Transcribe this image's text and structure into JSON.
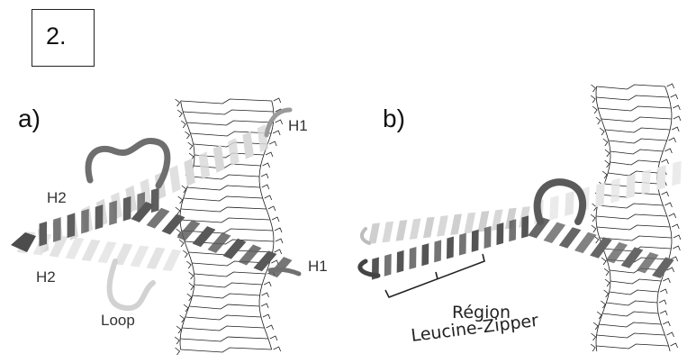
{
  "figure_number": "2.",
  "panel_a": {
    "label": "a)",
    "annotations": {
      "h1_top": "H1",
      "h2_top": "H2",
      "h2_bottom": "H2",
      "h1_right": "H1",
      "loop": "Loop"
    }
  },
  "panel_b": {
    "label": "b)",
    "region_line1": "Région",
    "region_line2": "Leucine-Zipper"
  },
  "colors": {
    "dark_helix": "#5c5c5c",
    "light_helix": "#d6d6d6",
    "dna": "#1e1e1e"
  }
}
